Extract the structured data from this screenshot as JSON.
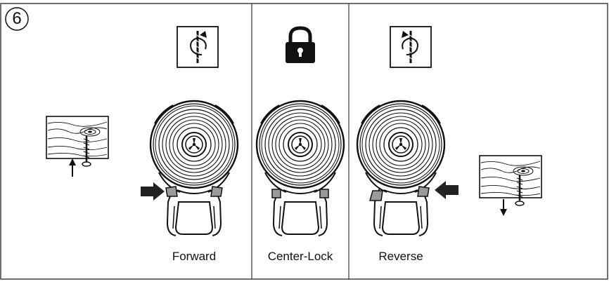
{
  "step": {
    "number": "6"
  },
  "panels": [
    {
      "id": "forward",
      "label": "Forward",
      "icon": "clockwise-rotation-icon"
    },
    {
      "id": "center-lock",
      "label": "Center-Lock",
      "icon": "padlock-icon"
    },
    {
      "id": "reverse",
      "label": "Reverse",
      "icon": "counterclockwise-rotation-icon"
    }
  ],
  "colors": {
    "ink": "#111111",
    "arrow": "#222222",
    "switch": "#9a9a9a",
    "frame": "#333333"
  }
}
